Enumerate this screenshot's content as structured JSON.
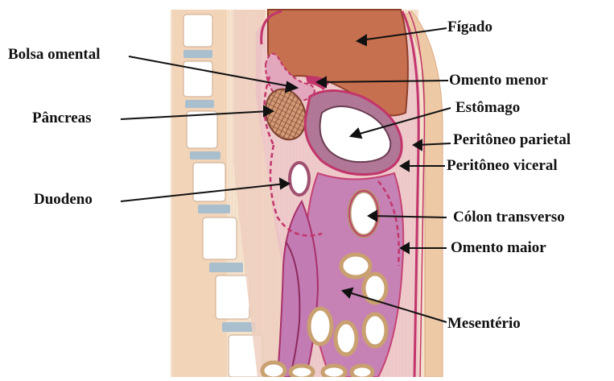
{
  "labels": {
    "figado": "Fígado",
    "bolsa_omental": "Bolsa omental",
    "omento_menor": "Omento menor",
    "estomago": "Estômago",
    "pancreas": "Pâncreas",
    "peritoneo_parietal": "Peritôneo parietal",
    "peritoneo_viceral": "Peritôneo viceral",
    "duodeno": "Duodeno",
    "colon_transverso": "Cólon transverso",
    "omento_maior": "Omento maior",
    "mesenterio": "Mesentério"
  },
  "colors": {
    "background": "#ffffff",
    "skin": "#f3dcc6",
    "vertebra": "#ffffff",
    "disc": "#a9bfce",
    "liver": "#c7704f",
    "peritoneum": "#c2356b",
    "mesentery_fill": "#c27bb3",
    "stomach_wall": "#a86b8c",
    "pancreas": "#c99270",
    "label_text": "#111111"
  }
}
